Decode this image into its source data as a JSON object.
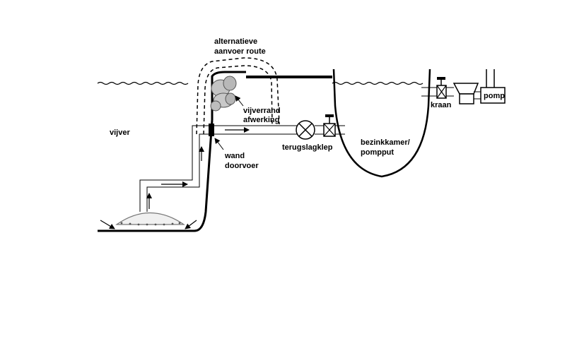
{
  "labels": {
    "alt_route_line1": "alternatieve",
    "alt_route_line2": "aanvoer route",
    "vijverrand_line1": "vijverrand",
    "vijverrand_line2": "afwerking",
    "vijver": "vijver",
    "wand_line1": "wand",
    "wand_line2": "doorvoer",
    "terugslagklep": "terugslagklep",
    "bezinkkamer_line1": "bezinkkamer/",
    "bezinkkamer_line2": "pompput",
    "kraan": "kraan",
    "pomp": "pomp"
  }
}
